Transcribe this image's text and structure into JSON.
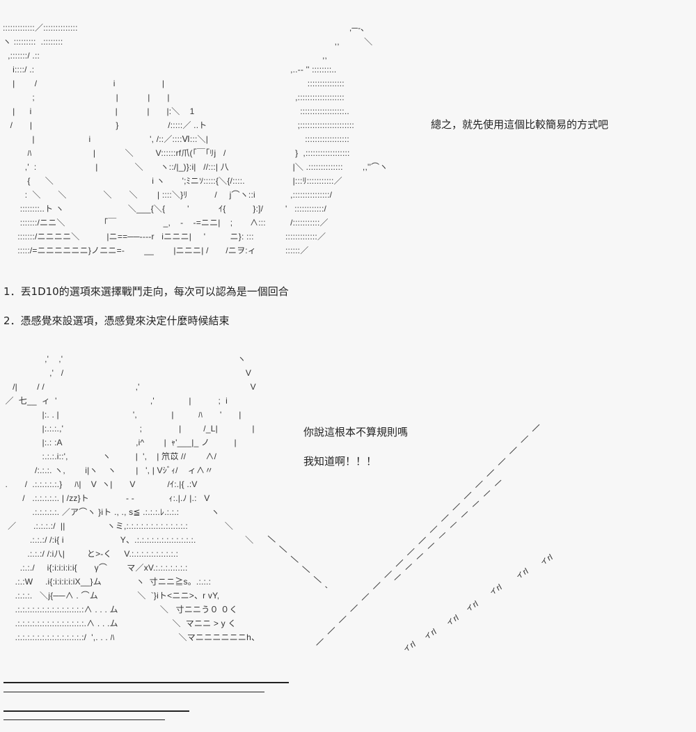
{
  "dialogue": {
    "line_top": "總之，就先使用這個比較簡易的方式吧",
    "rule_1": "1．丟1D10的選項來選擇戰鬥走向，每次可以認為是一個回合",
    "rule_2": "2．憑感覺來設選項，憑感覺來決定什麼時候結束",
    "line_mid_1": "你說這根本不算規則嗎",
    "line_mid_2": "我知道啊！！！"
  },
  "art_top_left": [
    ":::::::::::::／::::::::::::::",
    "ヽ :::::::::  .::::::::",
    "  ,:::::::/ .::",
    "    i::::/ .:",
    "    |        /                               i                   |",
    "            ;                                 |            |       |",
    "    |      i                                  |            |       |:＼    1",
    "   /       |                                  }                    /:::::／ ..ト",
    "            |                      i                        ', /::／::::Ⅵ:::＼|",
    "          ﾊ                         |            ＼         V::::::rf爪(「￣｢ﾘj   /",
    "         ,'  :                        |               ＼       ヽ::/|_)}:i|   //:::| 八",
    "          {      ＼                                        i ヽ       ';ﾐニｿ:::::{＼{/::::.",
    "         :  ＼       ＼               ＼       ＼        | ::::＼}ﾘ           /     j⌒ヽ::i",
    "       ::::::::..ト ヽ                          ＼___{＼{         '            ｲ{           }:]/",
    "       :::::::/ニニ＼              「￣                   _,    -    -=ニニ|    ;       ∧:::",
    "      :::::::/ニニニニ＼           |ニ==──----r   iニニニ|     '          ニ}: :::",
    "      :::::/=ニニニニニニ}ノニニ=-        __        |ニニニ| /       /ニヲ:ィ"
  ],
  "art_top_right": [
    "                          ,─‐､",
    "                    ,,          ＼",
    "               ,,",
    "  ,..-- '' ::::::::..",
    "         :::::::::::::::",
    "    ,:::::::::::::::::::",
    "      ::::::::::::::::::..",
    "     ;::::::::::::::::::::::",
    "        ::::::::::::::::::",
    "    }  ,::::::::::::::::::",
    "   |＼ .::::::::::::::        ,,''⌒ヽ",
    "   |:::ﾘ:::::::::::／",
    "  ,:::::::::::::::/",
    "'   ::::::::::::/",
    "  /:::::::::::／",
    ":::::::::::::／",
    "::::::／"
  ],
  "art_bottom": [
    "                 ,'    ,'                                                                       ヽ",
    "                   ,'   /                                                                          V",
    "    /|        / /                                     ,'                                             V",
    " ／  七__  ィ  '                                      ,'              |           ;  i",
    "                |:. . |                              ',              |          ﾊ       '       |",
    "                |:.:.:.,'                               ;               |         /_L|              |",
    "                |:.: :A                              ,i^        |  ｬ'___|_ ノ          |",
    "                :.:.:.i::',              ヽ          |  ',    | 笊苡 //        ∧/",
    "             /:.:.:. ヽ,        i|ヽ    ヽ        |   ', | Vｼﾞｨ/    ィ∧〃",
    " .       /  .:.:.:.:.:.}     ﾊ|    V  ヽ|       V             /ｲ:.|{ .:V",
    "        /   .:.:.:.:.:. | /zz}ト               - -              ｨ:.|.ﾉ |.:   V",
    "            .:.:.:.:.:. ／ア⌒ヽ }iト ., ., s≦ .:.:.:.ﾚ.:.:.:             ヽ",
    "  ／       .:.:.:.:/  ||                 ヽミ,:.:.:.:.:.:.:.:.:.:.:.:.:               ＼",
    "           .:.:.:/ /:i{ i                       Y、.:.:.:.:.:.:.:.:.:.:.:.:.                    ＼",
    "          .:.:.:/ /:i八|         と>‐く     V.:.:.:.:.:.:.:.:.:.:",
    "       .:.:./     i{:i:i:i:i:i{       γ⌒        マ／xV.:.:.:.:.:.:.:",
    "     .:.:W     .i{:i:i:i:i:iX__}ム              ヽ  寸ニニ≧s。.:.:.:",
    "     .:.:.:.   ＼j{──∧ . ⌒ム                ＼  `}iト<ニニ>、r vY,",
    "     .:.:.:.:.:.:.:.:.:.:.:.:.:.:∧ . . . ム                 ＼   寸ニニう０ ０く",
    "     .:.:.:.:.:.:.:.:.:.:.:.:.:.:.∧ . . .ム                      ＼  マニニ > y く",
    "     .:.:.:.:.:.:.:.:.:.:.:.:.:.:/  ',. . . ﾊ                          ＼マニニニニニニh、"
  ],
  "speed_marks": [
    "ィrl",
    "ィrl",
    "ィrl",
    "ィrl",
    "ィrl",
    "ィrl",
    "ィrl"
  ]
}
